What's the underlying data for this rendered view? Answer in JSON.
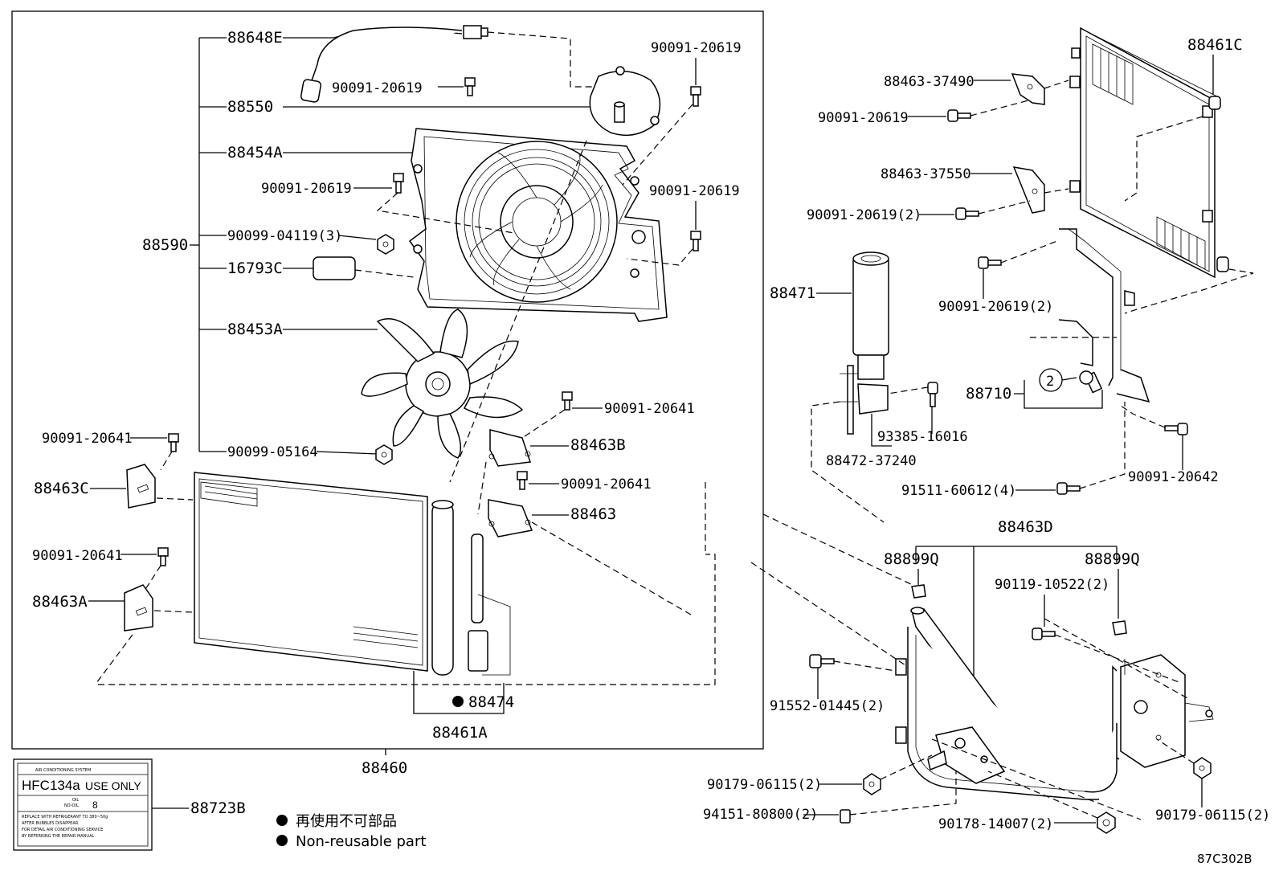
{
  "labels": {
    "p88648E": "88648E",
    "p88550": "88550",
    "p88454A": "88454A",
    "p88590": "88590",
    "p90099_04119": "90099-04119(3)",
    "p16793C": "16793C",
    "p88453A": "88453A",
    "p90099_05164": "90099-05164",
    "b90091_20619_a": "90091-20619",
    "b90091_20619_b": "90091-20619",
    "b90091_20619_c": "90091-20619",
    "b90091_20619_d": "90091-20619",
    "b90091_20641_a": "90091-20641",
    "b90091_20641_b": "90091-20641",
    "b90091_20641_c": "90091-20641",
    "b90091_20641_d": "90091-20641",
    "p88463C": "88463C",
    "p88463A": "88463A",
    "p88463B": "88463B",
    "p88463": "88463",
    "p88474": "88474",
    "p88461A": "88461A",
    "p88460": "88460",
    "p88723B": "88723B",
    "p88461C": "88461C",
    "p88463_37490": "88463-37490",
    "b90091_20619_e": "90091-20619",
    "p88463_37550": "88463-37550",
    "b90091_20619_2a": "90091-20619(2)",
    "b90091_20619_2b": "90091-20619(2)",
    "p88471": "88471",
    "p93385_16016": "93385-16016",
    "p88472_37240": "88472-37240",
    "p88710": "88710",
    "circle2": "2",
    "b90091_20642": "90091-20642",
    "p91511_60612": "91511-60612(4)",
    "p88463D": "88463D",
    "p88899Q_a": "88899Q",
    "p88899Q_b": "88899Q",
    "p90119_10522": "90119-10522(2)",
    "p91552_01445": "91552-01445(2)",
    "p90179_06115_a": "90179-06115(2)",
    "p90179_06115_b": "90179-06115(2)",
    "p94151_80800": "94151-80800(2)",
    "p90178_14007": "90178-14007(2)"
  },
  "legend": {
    "non_reusable_jp": "再使用不可部品",
    "non_reusable_en": "Non-reusable part"
  },
  "label_tag": {
    "title": "AIR CONDITIONING SYSTEM",
    "refrigerant": "HFC134a",
    "use_only": "USE ONLY",
    "oil": "OIL",
    "oil_no": "ND-OIL",
    "oil_value": "8",
    "line1": "REPLACE WITH REFRIGERANT TO 380~50g",
    "line2": "AFTER BUBBLES DISAPPEAR.",
    "line3": "FOR DETAIL AIR CONDITIONING SERVICE",
    "line4": "BY REFERRING THE REPAIR MANUAL"
  },
  "diagram_code": "87C302B"
}
